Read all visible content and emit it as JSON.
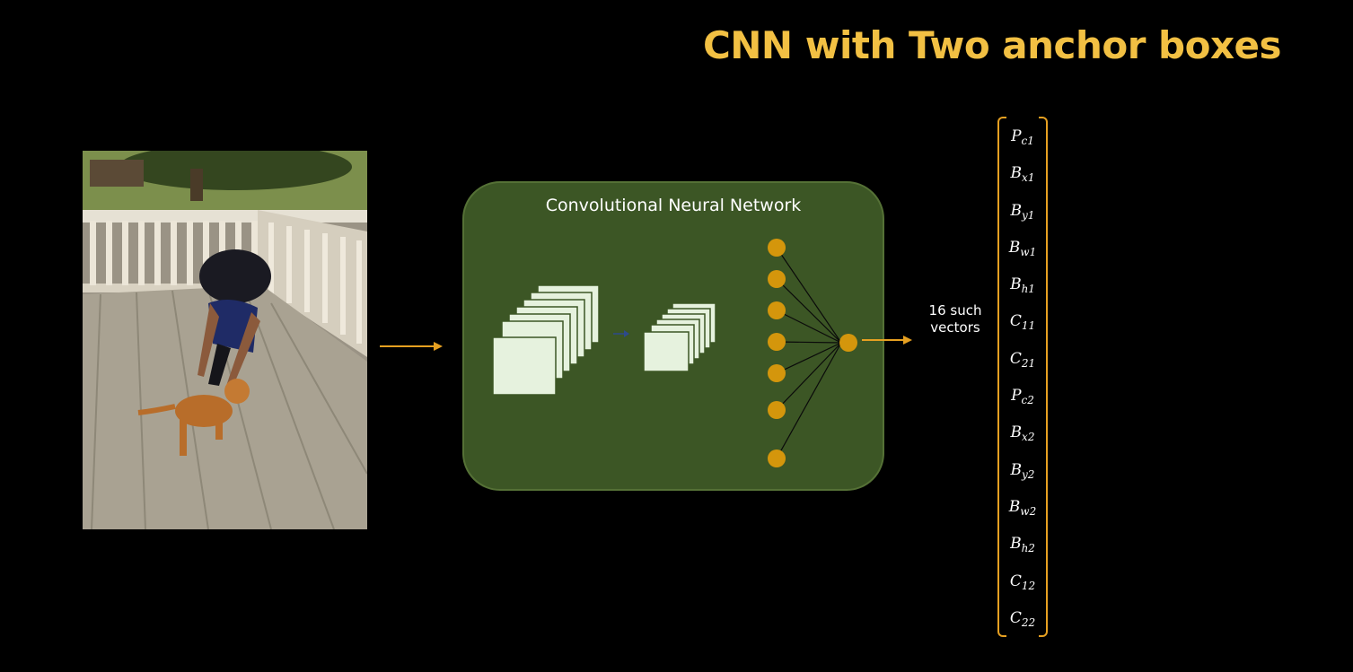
{
  "title": "CNN with Two anchor boxes",
  "network": {
    "label": "Convolutional Neural Network"
  },
  "output": {
    "note_line1": "16 such",
    "note_line2": "vectors",
    "vector": [
      {
        "symbol": "P",
        "sub": "c1"
      },
      {
        "symbol": "B",
        "sub": "x1"
      },
      {
        "symbol": "B",
        "sub": "y1"
      },
      {
        "symbol": "B",
        "sub": "w1"
      },
      {
        "symbol": "B",
        "sub": "h1"
      },
      {
        "symbol": "C",
        "sub": "11"
      },
      {
        "symbol": "C",
        "sub": "21"
      },
      {
        "symbol": "P",
        "sub": "c2"
      },
      {
        "symbol": "B",
        "sub": "x2"
      },
      {
        "symbol": "B",
        "sub": "y2"
      },
      {
        "symbol": "B",
        "sub": "w2"
      },
      {
        "symbol": "B",
        "sub": "h2"
      },
      {
        "symbol": "C",
        "sub": "12"
      },
      {
        "symbol": "C",
        "sub": "22"
      }
    ]
  },
  "colors": {
    "title": "#f2c043",
    "arrow": "#e6a021",
    "network_bg": "#3c5625",
    "neuron": "#d4960c",
    "feature_map": "#e6f2de"
  },
  "icons": {
    "input_image": "photo-person-with-puppy-on-deck"
  }
}
